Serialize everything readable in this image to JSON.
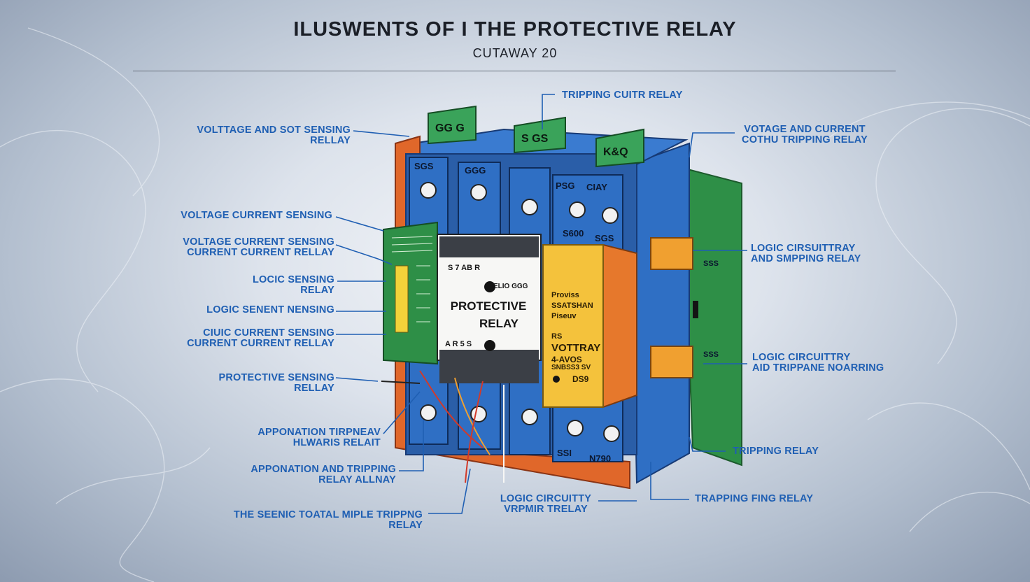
{
  "header": {
    "title": "ILUSWENTS OF I THE PROTECTIVE RELAY",
    "subtitle": "CUTAWAY 20"
  },
  "colors": {
    "label_blue": "#1f5fb3",
    "housing_orange": "#e0672a",
    "module_blue": "#2f6fc4",
    "board_green": "#2e8f47",
    "relay_yellow": "#f4c23c",
    "terminal_green": "#3aa35a"
  },
  "device": {
    "front_label_line1": "PROTECTIVE",
    "front_label_line2": "RELAY",
    "terminal_blocks": [
      "GG G",
      "S GS",
      "K&Q"
    ],
    "module_codes": [
      "SGS",
      "GGG",
      "PSG",
      "CIAY",
      "S600",
      "SGS",
      "SSI",
      "N790"
    ],
    "front_top_code": "S  7  AB  R",
    "front_bottom_code": "A  R  5  S",
    "front_mid_code": "ELIO GGG",
    "relay_text_line1": "Proviss",
    "relay_text_line2": "SSATSHAN",
    "relay_text_line3": "Piseuv",
    "relay_text_line4": "RS",
    "relay_text_line5": "VOTTRAY",
    "relay_text_line6": "4-AVOS",
    "relay_text_line7": "SNBSS3 SV",
    "relay_text_line8": "DS9",
    "side_code_top": "SSS",
    "side_code_bottom": "SSS"
  },
  "labels": {
    "top_center": "TRIPPING CUITR RELAY",
    "left_1_line1": "VOLTTAGE AND SOT SENSING",
    "left_1_line2": "RELLAY",
    "left_2": "VOLTAGE CURRENT SENSING",
    "left_3_line1": "VOLTAGE CURRENT SENSING",
    "left_3_line2": "CURRENT CURRENT RELLAY",
    "left_4_line1": "LOCIC SENSING",
    "left_4_line2": "RELAY",
    "left_5": "LOGIC SENENT NENSING",
    "left_6_line1": "CIUIC CURRENT SENSING",
    "left_6_line2": "CURRENT CURRENT RELLAY",
    "left_7_line1": "PROTECTIVE SENSING",
    "left_7_line2": "RELLAY",
    "left_8_line1": "APPONATION TIRPNEAV",
    "left_8_line2": "HLWARIS RELAIT",
    "left_9_line1": "APPONATION AND TRIPPING",
    "left_9_line2": "RELAY ALLNAY",
    "left_10_line1": "THE SEENIC TOATAL MIPLE TRIPPNG",
    "left_10_line2": "RELAY",
    "right_1_line1": "VOTAGE AND CURRENT",
    "right_1_line2": "COTHU TRIPPING RELAY",
    "right_2_line1": "LOGIC CIRSUITTRAY",
    "right_2_line2": "AND SMPPING RELAY",
    "right_3_line1": "LOGIC CIRCUITTRY",
    "right_3_line2": "AID TRIPPANE NOARRING",
    "right_4": "TRIPPING RELAY",
    "bottom_center_line1": "LOGIC CIRCUITTY",
    "bottom_center_line2": "VRPMIR TRELAY",
    "bottom_right": "TRAPPING FING RELAY"
  }
}
